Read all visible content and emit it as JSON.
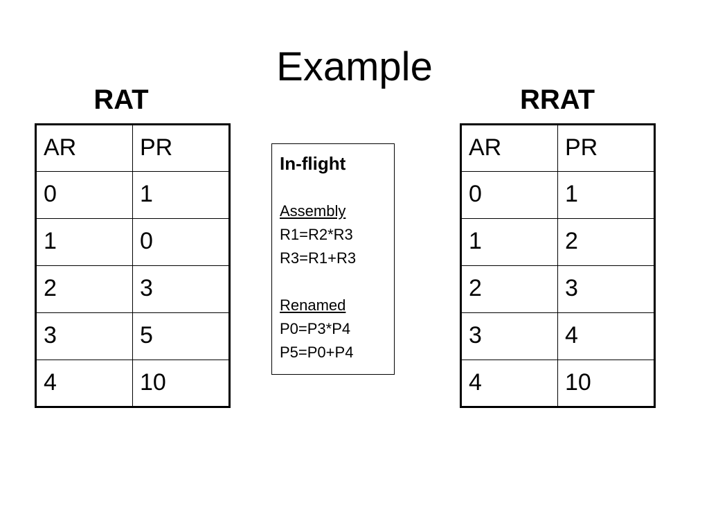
{
  "slide": {
    "title": "Example"
  },
  "rat": {
    "heading": "RAT",
    "columns": [
      "AR",
      "PR"
    ],
    "rows": [
      [
        "0",
        "1"
      ],
      [
        "1",
        "0"
      ],
      [
        "2",
        "3"
      ],
      [
        "3",
        "5"
      ],
      [
        "4",
        "10"
      ]
    ]
  },
  "rrat": {
    "heading": "RRAT",
    "columns": [
      "AR",
      "PR"
    ],
    "rows": [
      [
        "0",
        "1"
      ],
      [
        "1",
        "2"
      ],
      [
        "2",
        "3"
      ],
      [
        "3",
        "4"
      ],
      [
        "4",
        "10"
      ]
    ]
  },
  "inflight": {
    "title": "In-flight",
    "assembly_label": "Assembly",
    "assembly": [
      "R1=R2*R3",
      "R3=R1+R3"
    ],
    "renamed_label": "Renamed",
    "renamed": [
      "P0=P3*P4",
      "P5=P0+P4"
    ]
  }
}
